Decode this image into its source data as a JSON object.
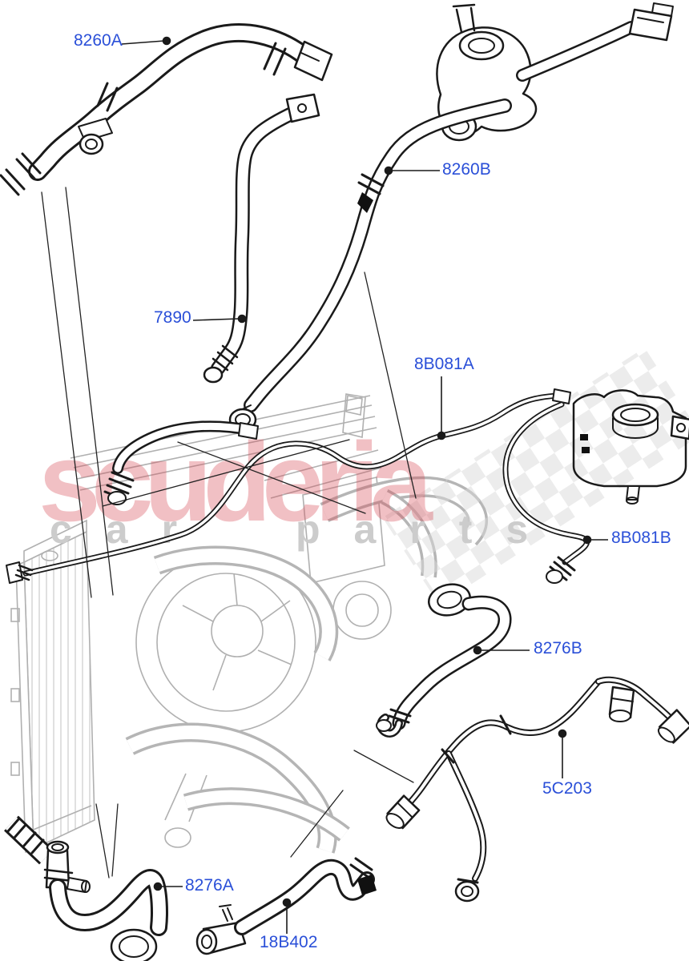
{
  "diagram": {
    "kind": "cooling-system-hoses-parts-diagram",
    "part_labels": [
      {
        "code": "8260A"
      },
      {
        "code": "8260B"
      },
      {
        "code": "7890"
      },
      {
        "code": "8B081A"
      },
      {
        "code": "8B081B"
      },
      {
        "code": "8276B"
      },
      {
        "code": "5C203"
      },
      {
        "code": "8276A"
      },
      {
        "code": "18B402"
      }
    ]
  },
  "watermark": {
    "brand": "scuderia",
    "subtitle": "car parts"
  },
  "colors": {
    "label": "#2a4fd8",
    "brand": "#d94f5c",
    "subtitle": "#cccccc",
    "line_art": "#1a1a1a",
    "assembly": "#b0b0b0"
  }
}
